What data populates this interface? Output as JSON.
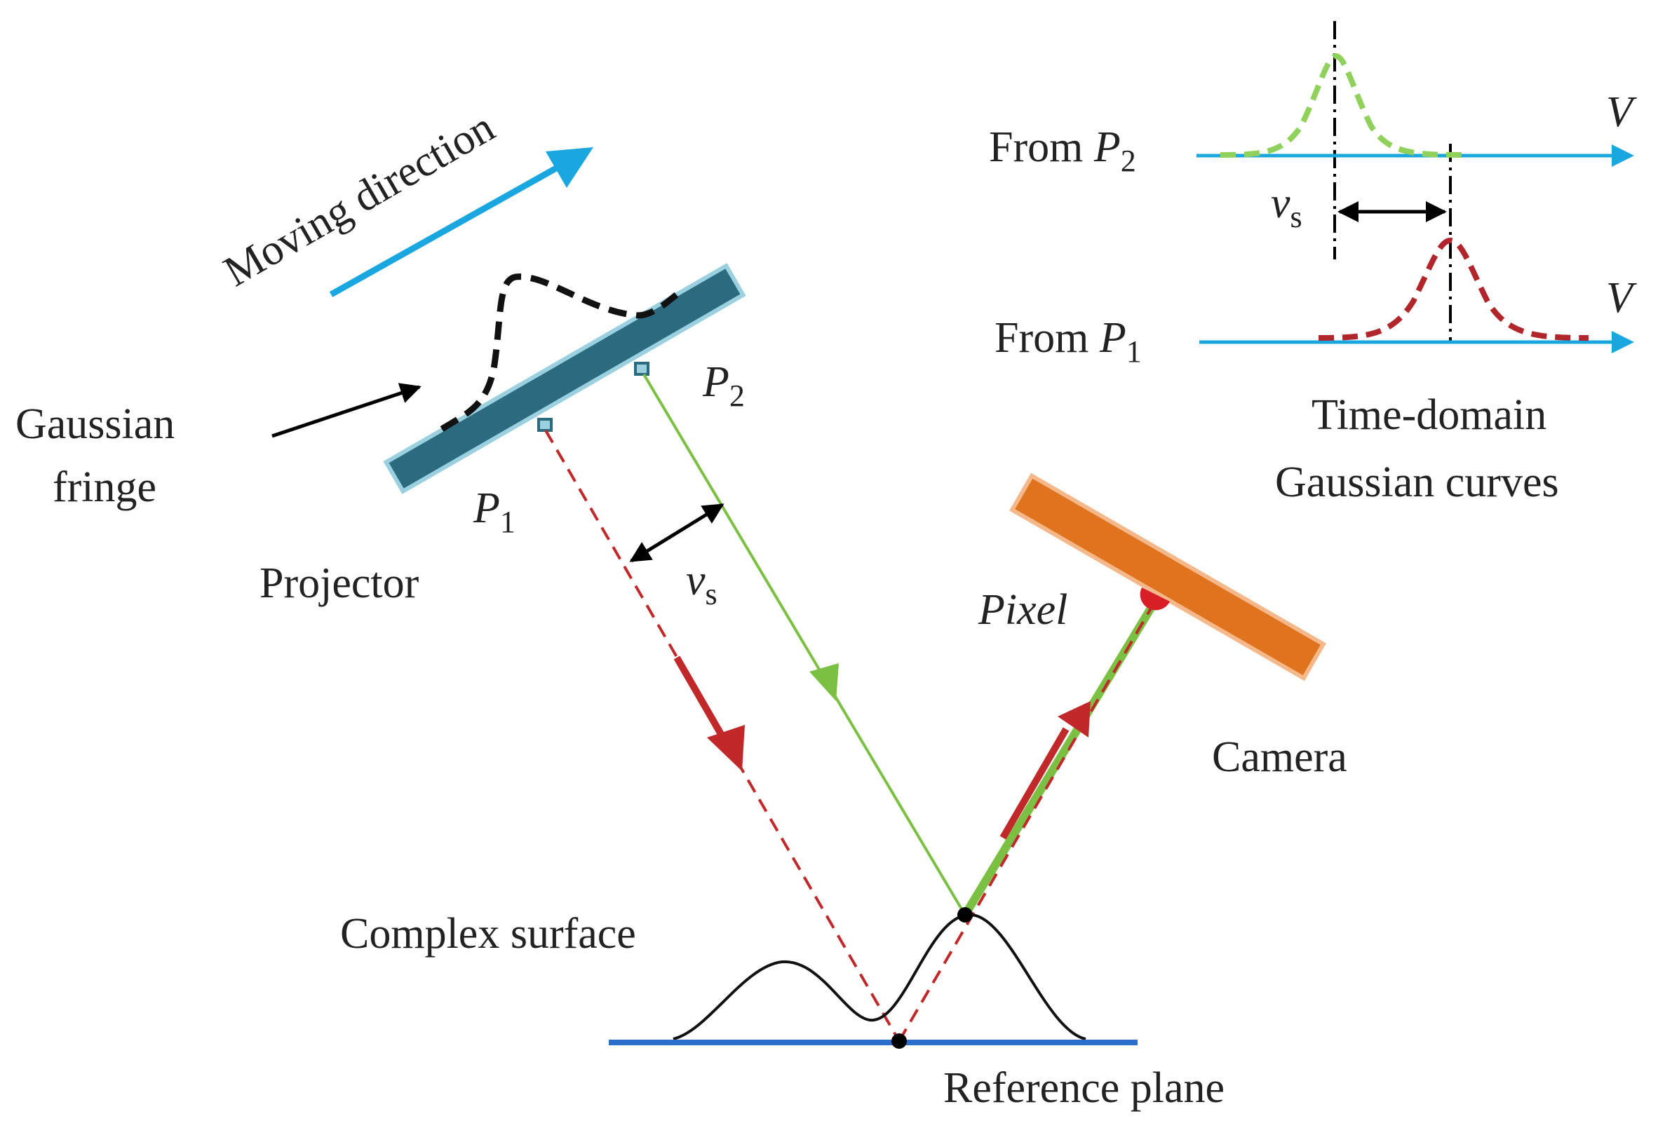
{
  "labels": {
    "moving_direction": "Moving direction",
    "gaussian_fringe_line1": "Gaussian",
    "gaussian_fringe_line2": "fringe",
    "projector": "Projector",
    "p1": "P",
    "p1_sub": "1",
    "p2": "P",
    "p2_sub": "2",
    "vs": "v",
    "vs_sub": "s",
    "pixel": "Pixel",
    "camera": "Camera",
    "complex_surface": "Complex surface",
    "reference_plane": "Reference plane",
    "from_p2": "From ",
    "from_p1": "From ",
    "v_axis_top": "V",
    "v_axis_bottom": "V",
    "time_domain_line1": "Time-domain",
    "time_domain_line2": "Gaussian curves"
  },
  "colors": {
    "arrow_blue": "#1aa7e0",
    "projector_fill": "#2c6a80",
    "projector_border": "#9ad0e0",
    "camera_fill": "#e0741e",
    "camera_border": "#f5b88a",
    "ray_red": "#c0282a",
    "ray_green": "#7bc043",
    "gauss_green": "#8fd15a",
    "gauss_red": "#b0262a",
    "plane_blue": "#2a6fc9"
  }
}
